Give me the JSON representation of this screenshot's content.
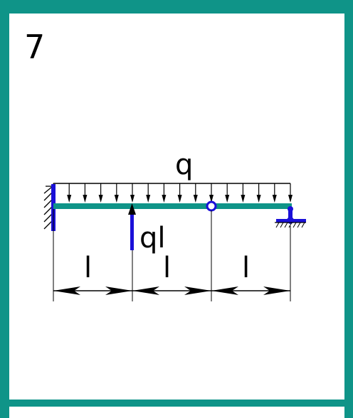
{
  "task_number": "7",
  "load_label": "q",
  "force_label": "ql",
  "span_labels": [
    "l",
    "l",
    "l"
  ],
  "colors": {
    "frame": "#0f9488",
    "beam": "#0f9488",
    "support": "#1a10d8",
    "force": "#1a10d8",
    "hinge": "#1a10d8",
    "lines": "#000000"
  }
}
